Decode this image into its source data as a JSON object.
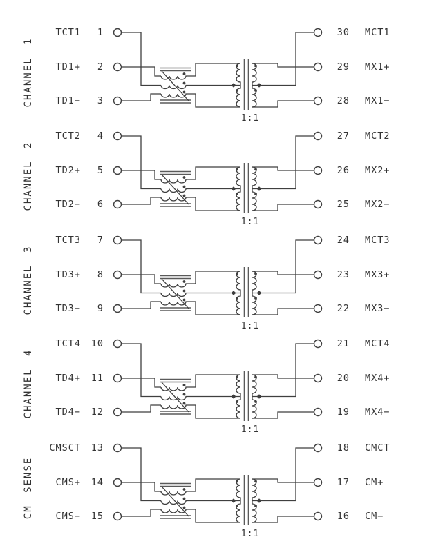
{
  "colors": {
    "background": "#ffffff",
    "wire": "#3f3f3f",
    "core_line": "#5a5a5a",
    "text": "#333333"
  },
  "symbols": {
    "terminal": "open-circle",
    "left_component": "common-mode-choke-3-windings",
    "right_component": "center-tapped-isolation-transformer",
    "polarity_marker": "dot",
    "center_tap_marker": "diamond"
  },
  "channels": [
    {
      "name": "CHANNEL 1",
      "ratio": "1:1",
      "left_pins": [
        {
          "label": "TCT1",
          "number": "1"
        },
        {
          "label": "TD1+",
          "number": "2"
        },
        {
          "label": "TD1−",
          "number": "3"
        }
      ],
      "right_pins": [
        {
          "number": "30",
          "label": "MCT1"
        },
        {
          "number": "29",
          "label": "MX1+"
        },
        {
          "number": "28",
          "label": "MX1−"
        }
      ]
    },
    {
      "name": "CHANNEL 2",
      "ratio": "1:1",
      "left_pins": [
        {
          "label": "TCT2",
          "number": "4"
        },
        {
          "label": "TD2+",
          "number": "5"
        },
        {
          "label": "TD2−",
          "number": "6"
        }
      ],
      "right_pins": [
        {
          "number": "27",
          "label": "MCT2"
        },
        {
          "number": "26",
          "label": "MX2+"
        },
        {
          "number": "25",
          "label": "MX2−"
        }
      ]
    },
    {
      "name": "CHANNEL 3",
      "ratio": "1:1",
      "left_pins": [
        {
          "label": "TCT3",
          "number": "7"
        },
        {
          "label": "TD3+",
          "number": "8"
        },
        {
          "label": "TD3−",
          "number": "9"
        }
      ],
      "right_pins": [
        {
          "number": "24",
          "label": "MCT3"
        },
        {
          "number": "23",
          "label": "MX3+"
        },
        {
          "number": "22",
          "label": "MX3−"
        }
      ]
    },
    {
      "name": "CHANNEL 4",
      "ratio": "1:1",
      "left_pins": [
        {
          "label": "TCT4",
          "number": "10"
        },
        {
          "label": "TD4+",
          "number": "11"
        },
        {
          "label": "TD4−",
          "number": "12"
        }
      ],
      "right_pins": [
        {
          "number": "21",
          "label": "MCT4"
        },
        {
          "number": "20",
          "label": "MX4+"
        },
        {
          "number": "19",
          "label": "MX4−"
        }
      ]
    },
    {
      "name": "CM SENSE",
      "ratio": "1:1",
      "left_pins": [
        {
          "label": "CMSCT",
          "number": "13"
        },
        {
          "label": "CMS+",
          "number": "14"
        },
        {
          "label": "CMS−",
          "number": "15"
        }
      ],
      "right_pins": [
        {
          "number": "18",
          "label": "CMCT"
        },
        {
          "number": "17",
          "label": "CM+"
        },
        {
          "number": "16",
          "label": "CM−"
        }
      ]
    }
  ]
}
